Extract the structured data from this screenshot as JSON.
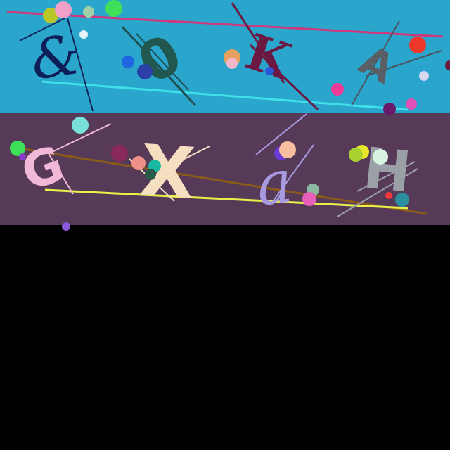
{
  "colors": {
    "top_band": "#2aa6cc",
    "middle_band": "#563a58",
    "bottom": "#000000"
  },
  "glyphs": {
    "g1": "&",
    "g2": "0",
    "g3": "K",
    "g4": "A",
    "g5": "G",
    "g6": "X",
    "g7": "a",
    "g8": "H"
  }
}
